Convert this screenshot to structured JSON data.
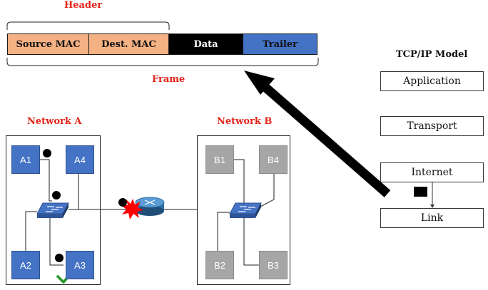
{
  "frame": {
    "header_label": "Header",
    "frame_label": "Frame",
    "fields": [
      {
        "label": "Source MAC",
        "color": "#f4b183"
      },
      {
        "label": "Dest.  MAC",
        "color": "#f4b183"
      },
      {
        "label": "Data",
        "color": "#000000"
      },
      {
        "label": "Trailer",
        "color": "#4472c4"
      }
    ]
  },
  "tcpip": {
    "title": "TCP/IP Model",
    "layers": [
      "Application",
      "Transport",
      "Internet",
      "Link"
    ]
  },
  "network_a": {
    "title": "Network A",
    "hosts": [
      "A1",
      "A4",
      "A2",
      "A3"
    ]
  },
  "network_b": {
    "title": "Network B",
    "hosts": [
      "B1",
      "B4",
      "B2",
      "B3"
    ]
  },
  "colors": {
    "title_red": "#e2231a",
    "host_blue": "#4472c4",
    "host_gray": "#a6a6a6",
    "header_orange": "#f4b183",
    "check_green": "#3cb043"
  }
}
